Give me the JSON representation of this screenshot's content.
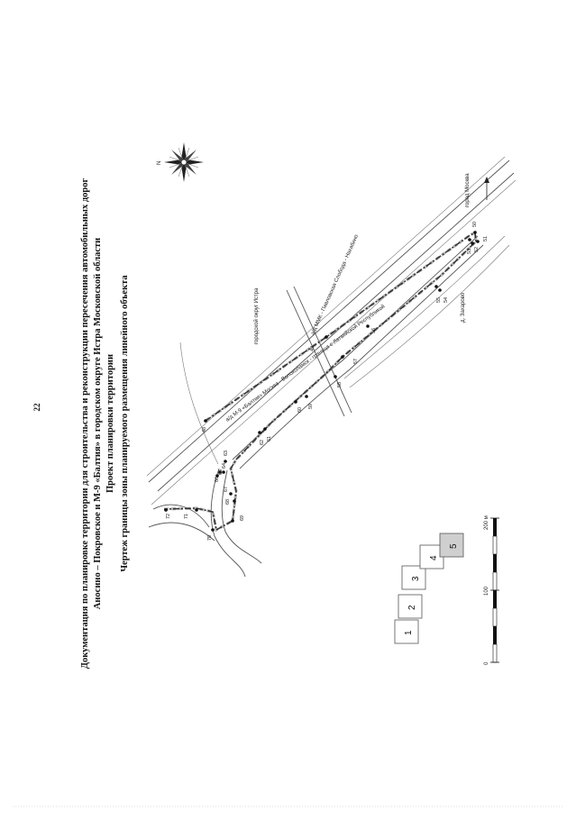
{
  "page_number": "22",
  "titles": [
    "Документация по планировке территории для строительства и реконструкции пересечения автомобильных дорог",
    "Аносино – Покровское и М-9 «Балтия» в городском округе Истра Московской области",
    "Проект планировки территории",
    "Чертеж границы зоны планируемого размещения линейного объекта"
  ],
  "compass": {
    "north_label": "N"
  },
  "map_labels": {
    "road_m9": "а/д М-9 «Балтия» Москва - Волоколамск - граница с Латвийской Республикой",
    "road_mmk": "а/д ММК - Павловская Слобода - Нахабино",
    "district": "городской округ Истра",
    "village": "д. Захарово",
    "to_moscow": "город Москва"
  },
  "point_numbers": [
    "48",
    "49",
    "50",
    "51",
    "52",
    "53",
    "54",
    "55",
    "56",
    "57",
    "58",
    "59",
    "60",
    "61",
    "62",
    "63",
    "64",
    "65",
    "66",
    "67",
    "68",
    "69",
    "70",
    "71",
    "72"
  ],
  "sheet_index": {
    "sheets": [
      "1",
      "2",
      "3",
      "4",
      "5"
    ],
    "current": "5"
  },
  "scale_bar": {
    "labels": [
      "0",
      "100",
      "200 м"
    ]
  }
}
